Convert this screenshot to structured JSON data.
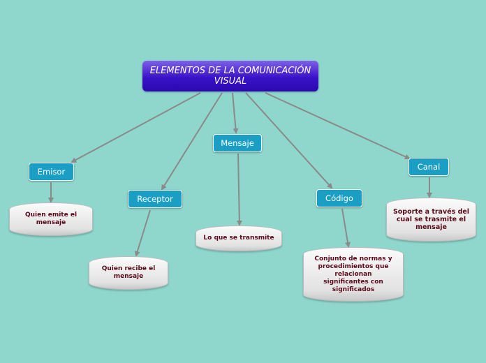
{
  "title": "ELEMENTOS DE LA COMUNICACIÓN VISUAL",
  "nodes": {
    "emisor": {
      "label": "Emisor",
      "description": "Quien emite el mensaje"
    },
    "receptor": {
      "label": "Receptor",
      "description": "Quien recibe el mensaje"
    },
    "mensaje": {
      "label": "Mensaje",
      "description": "Lo que se transmite"
    },
    "codigo": {
      "label": "Código",
      "description": "Conjunto de normas y procedimientos que relacionan significantes con significados"
    },
    "canal": {
      "label": "Canal",
      "description": "Soporte a través del cual se trasmite el mensaje"
    }
  },
  "colors": {
    "background": "#7ecdc2",
    "title": "#3a12c8",
    "node": "#1a9ec4",
    "leaf_text": "#5a0a1a",
    "connector": "#8a8a8a"
  }
}
